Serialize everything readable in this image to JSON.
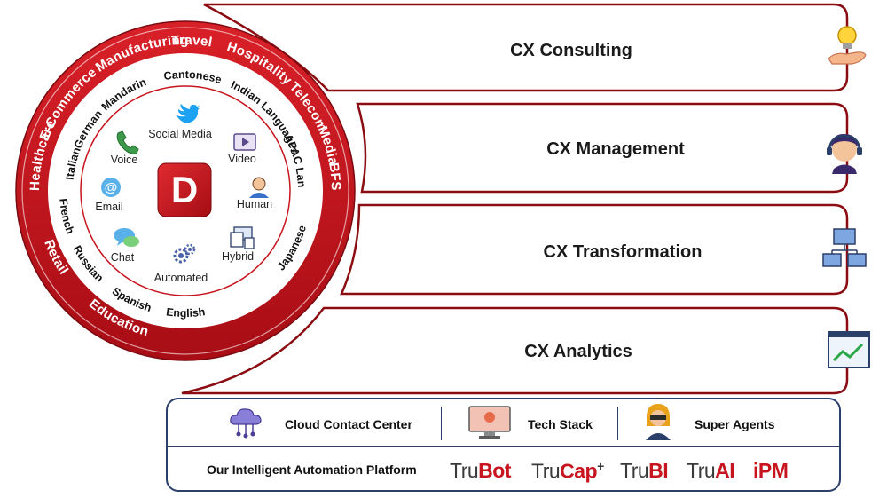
{
  "logo": {
    "letter": "D"
  },
  "industries": [
    "Manufacturing",
    "Travel",
    "Hospitality",
    "Telecom",
    "Media",
    "BFSI",
    "E-Commerce",
    "Healthcare",
    "Retail",
    "Education"
  ],
  "languages": [
    "Cantonese",
    "Mandarin",
    "Indian Languages",
    "APAC Languages",
    "German",
    "Italian",
    "French",
    "Russian",
    "Spanish",
    "English",
    "Japanese"
  ],
  "channels": {
    "social_media": "Social Media",
    "voice": "Voice",
    "video": "Video",
    "email": "Email",
    "human": "Human",
    "chat": "Chat",
    "hybrid": "Hybrid",
    "automated": "Automated"
  },
  "bands": {
    "consulting": "CX Consulting",
    "management": "CX Management",
    "transformation": "CX Transformation",
    "analytics": "CX Analytics"
  },
  "platform": {
    "cloud_contact_center": "Cloud Contact Center",
    "tech_stack": "Tech Stack",
    "super_agents": "Super Agents",
    "automation_platform": "Our Intelligent Automation Platform",
    "products": {
      "trubot": {
        "prefix": "Tru",
        "suffix": "Bot"
      },
      "trucap": {
        "prefix": "Tru",
        "suffix": "Cap",
        "sup": "+"
      },
      "trubi": {
        "prefix": "Tru",
        "suffix": "BI"
      },
      "truai": {
        "prefix": "Tru",
        "suffix": "AI"
      },
      "ipm": {
        "prefix": "",
        "suffix": "iPM"
      }
    }
  },
  "colors": {
    "brand_red": "#c8141e",
    "dark_red": "#8b0d12",
    "navy": "#2b3f6b"
  }
}
